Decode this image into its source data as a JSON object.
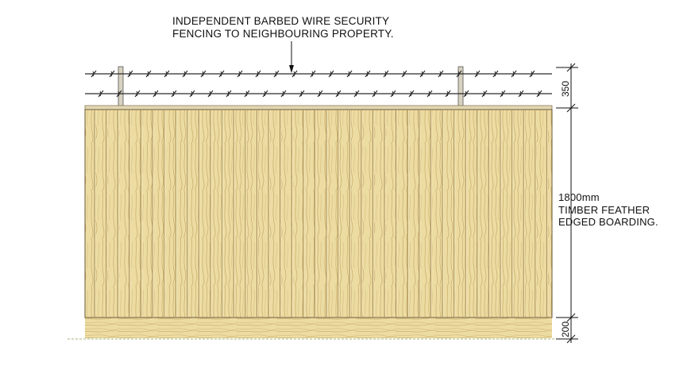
{
  "annotations": {
    "barbed_wire_line1": "INDEPENDENT BARBED WIRE SECURITY",
    "barbed_wire_line2": "FENCING TO NEIGHBOURING PROPERTY.",
    "boarding_line1": "1800mm",
    "boarding_line2": "TIMBER FEATHER",
    "boarding_line3": "EDGED BOARDING."
  },
  "dimensions": {
    "wire_height": "350",
    "gravel_board_height": "200"
  },
  "colors": {
    "timber": "#ecdca2",
    "timber_grain": "#c6a766",
    "board_edge": "#a98f55",
    "post": "#d8d2c2",
    "wire": "#2a2a2a",
    "line": "#111111"
  }
}
